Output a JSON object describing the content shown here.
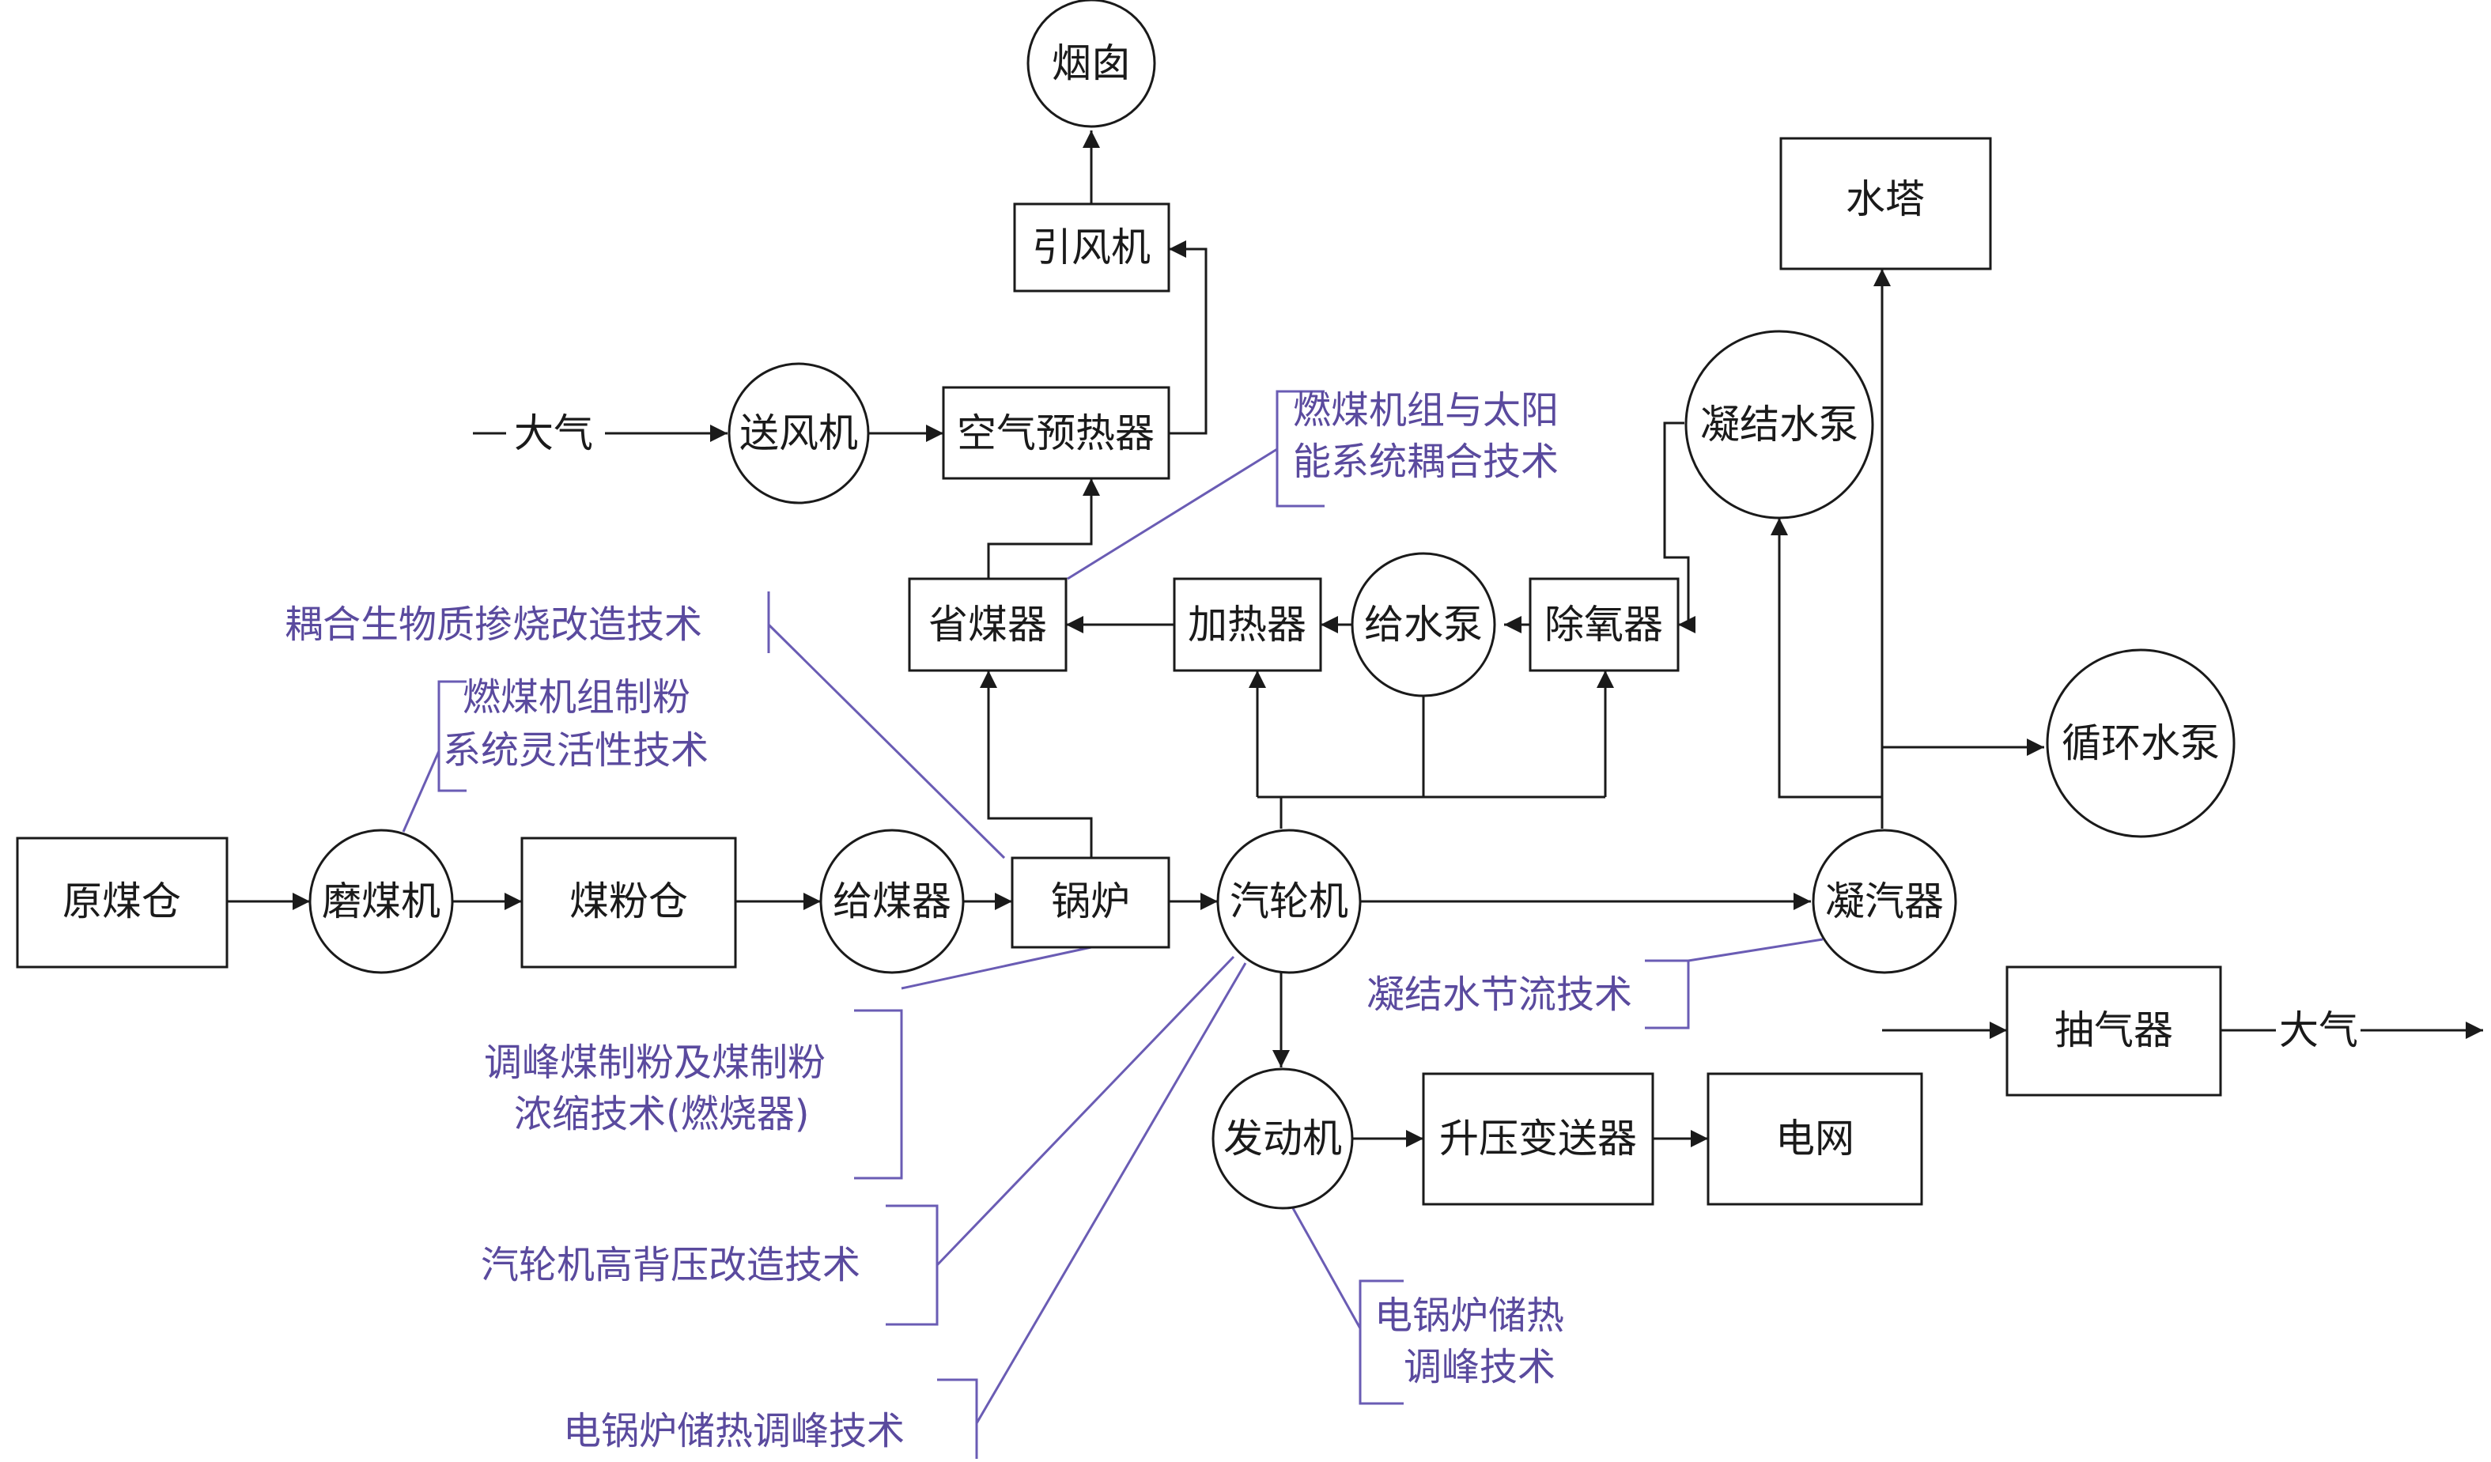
{
  "colors": {
    "node_stroke": "#1a1a1a",
    "annotation": "#5a4a9e",
    "leader": "#6a5cb4"
  },
  "nodes": {
    "chimney": "烟囱",
    "induced_fan": "引风机",
    "atmosphere_in": "大气",
    "forced_fan": "送风机",
    "air_preheater": "空气预热器",
    "economizer": "省煤器",
    "heater": "加热器",
    "feed_pump": "给水泵",
    "deaerator": "除氧器",
    "water_tower": "水塔",
    "condensate_pump": "凝结水泵",
    "circulating_pump": "循环水泵",
    "raw_coal_bunker": "原煤仓",
    "coal_mill": "磨煤机",
    "pulverized_coal_bunker": "煤粉仓",
    "coal_feeder": "给煤器",
    "boiler": "锅炉",
    "turbine": "汽轮机",
    "condenser": "凝汽器",
    "extractor": "抽气器",
    "atmosphere_out": "大气",
    "generator": "发动机",
    "transformer": "升压变送器",
    "grid": "电网"
  },
  "annotations": {
    "solar_coupling": [
      "燃煤机组与太阳",
      "能系统耦合技术"
    ],
    "biomass": "耦合生物质掺烧改造技术",
    "pulverizing": [
      "燃煤机组制粉",
      "系统灵活性技术"
    ],
    "peak_pulverizing": [
      "调峰煤制粉及煤制粉",
      "浓缩技术(燃烧器)"
    ],
    "high_back_pressure": "汽轮机高背压改造技术",
    "electric_boiler_turbine": "电锅炉储热调峰技术",
    "condensate_throttling": "凝结水节流技术",
    "electric_boiler_generator": [
      "电锅炉储热",
      "调峰技术"
    ]
  }
}
